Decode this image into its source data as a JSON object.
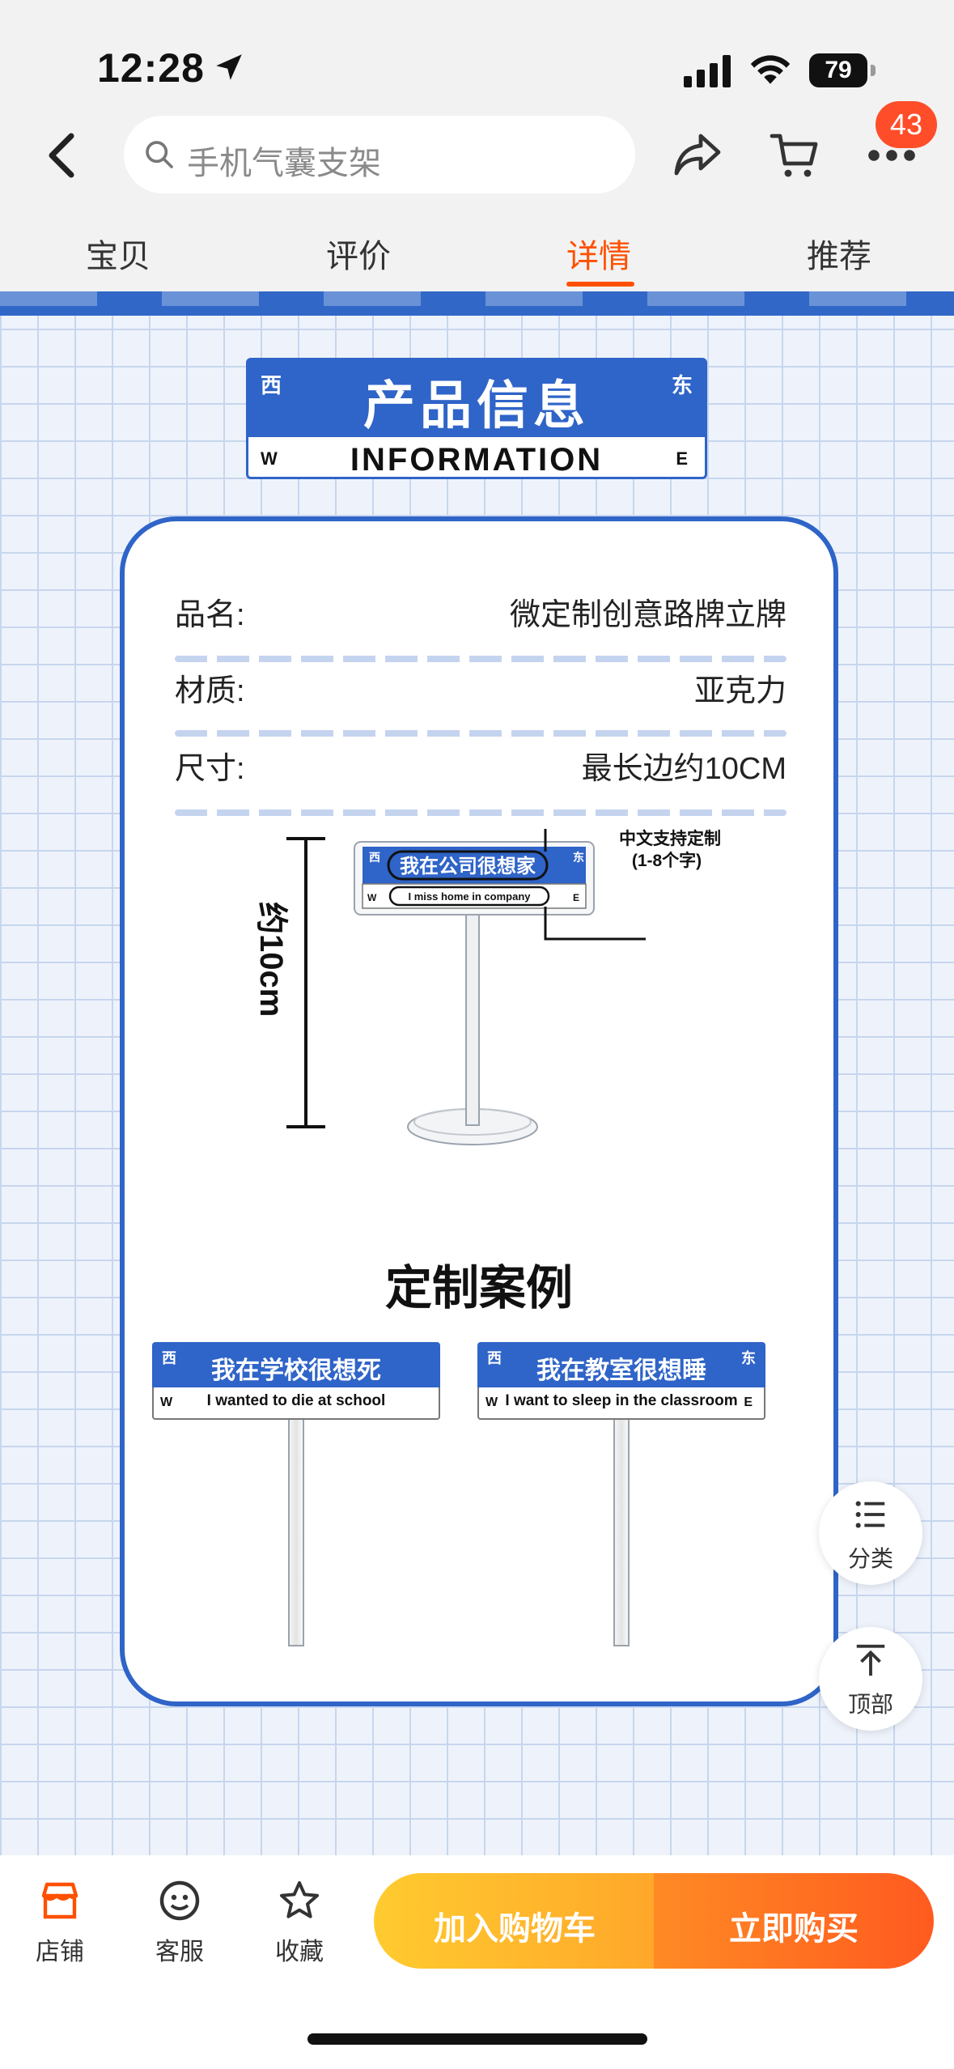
{
  "status": {
    "time": "12:28",
    "battery": "79"
  },
  "header": {
    "search_placeholder": "手机气囊支架",
    "cart_badge": "43"
  },
  "tabs": [
    {
      "label": "宝贝",
      "active": false
    },
    {
      "label": "评价",
      "active": false
    },
    {
      "label": "详情",
      "active": true
    },
    {
      "label": "推荐",
      "active": false
    }
  ],
  "info_sign": {
    "cn": "产品信息",
    "en": "INFORMATION",
    "west_cn": "西",
    "east_cn": "东",
    "west": "W",
    "east": "E"
  },
  "specs": [
    {
      "key": "品名:",
      "value": "微定制创意路牌立牌"
    },
    {
      "key": "材质:",
      "value": "亚克力"
    },
    {
      "key": "尺寸:",
      "value": "最长边约10CM"
    }
  ],
  "diagram": {
    "callout_line1": "中文支持定制",
    "callout_line2": "(1-8个字)",
    "height_label": "约10cm",
    "sign_cn": "我在公司很想家",
    "sign_en": "I miss home in company"
  },
  "examples_title": "定制案例",
  "examples": [
    {
      "cn": "我在学校很想死",
      "en": "I wanted to die at school",
      "west_cn": "西",
      "east_cn": "",
      "west": "W",
      "east": ""
    },
    {
      "cn": "我在教室很想睡",
      "en": "I want to sleep in the classroom",
      "west_cn": "西",
      "east_cn": "东",
      "west": "W",
      "east": "E"
    }
  ],
  "floating": {
    "category": "分类",
    "top": "顶部"
  },
  "bottom_bar": {
    "shop": "店铺",
    "service": "客服",
    "favorite": "收藏",
    "add_cart": "加入购物车",
    "buy_now": "立即购买"
  },
  "colors": {
    "accent": "#ff5000",
    "sign_blue": "#2f64c8",
    "cart_yellow": "#ffb82c",
    "buy_orange": "#ff6a22"
  }
}
